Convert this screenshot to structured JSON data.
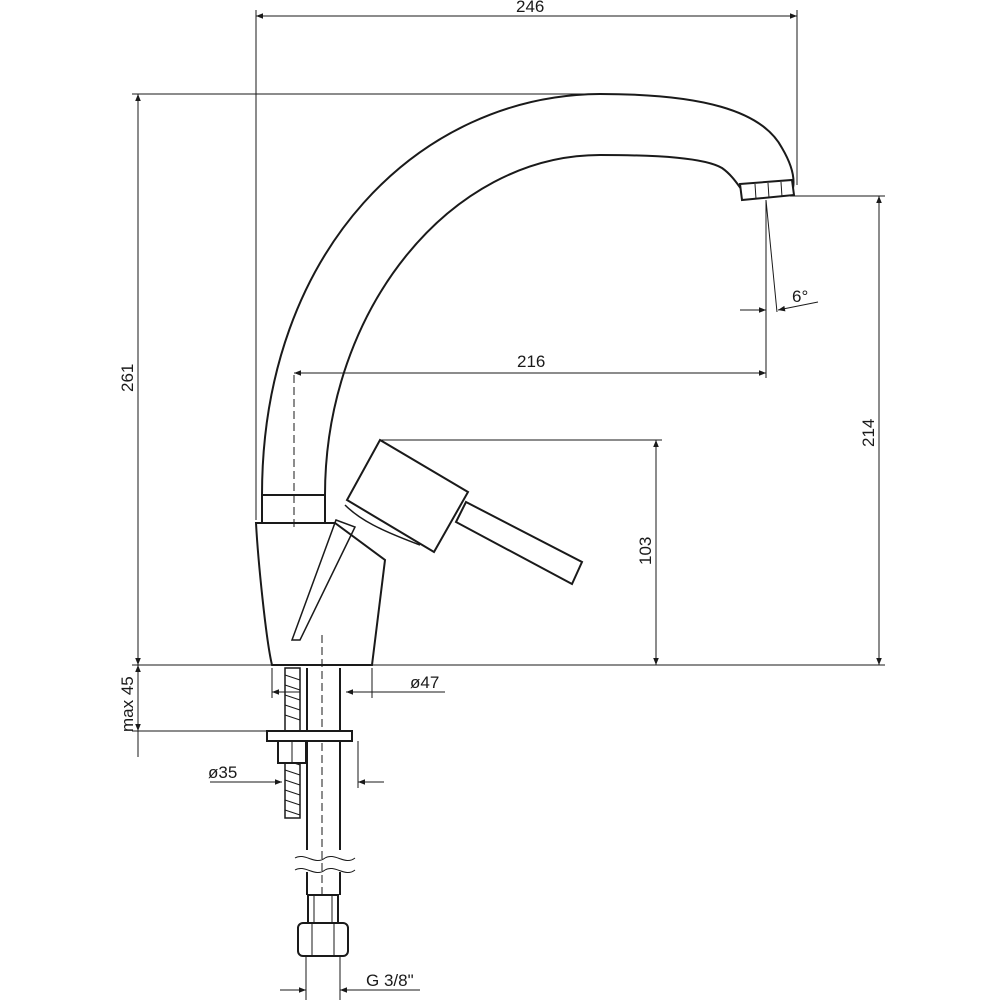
{
  "dimensions": {
    "total_width": "246",
    "total_height": "261",
    "spout_reach": "216",
    "outlet_height": "214",
    "lever_height": "103",
    "angle": "6°",
    "max_thickness": "max 45",
    "base_diameter": "ø47",
    "hole_diameter": "ø35",
    "thread": "G 3/8\""
  },
  "colors": {
    "line": "#1a1a1a",
    "background": "#ffffff"
  }
}
